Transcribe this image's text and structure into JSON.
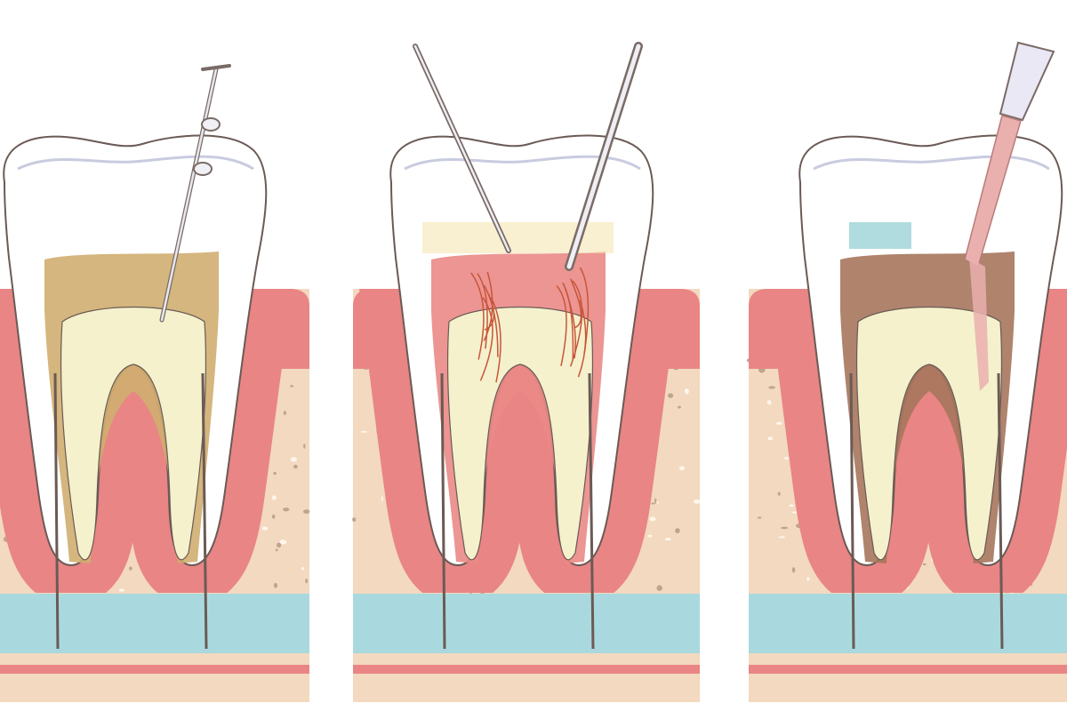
{
  "colors": {
    "background": "#ffffff",
    "bone": "#f3d9bf",
    "gum": "#e98585",
    "nerve_band": "#a9d9de",
    "enamel": "#ffffff",
    "dentin": "#f4f1cc",
    "pulp_stage1": "#cfae70",
    "pulp_stage2": "#ea8a86",
    "pulp_stage3": "#a6765c",
    "outline": "#6b5a55",
    "instrument": "#7a6b66"
  },
  "panels": [
    {
      "stage": "access-and-probe",
      "tool_icon": "endodontic-file-icon"
    },
    {
      "stage": "cleaning-inflamed-pulp",
      "tool_icon": "dental-probes-icon"
    },
    {
      "stage": "filling-and-sealing",
      "tool_icon": "syringe-icon"
    }
  ]
}
